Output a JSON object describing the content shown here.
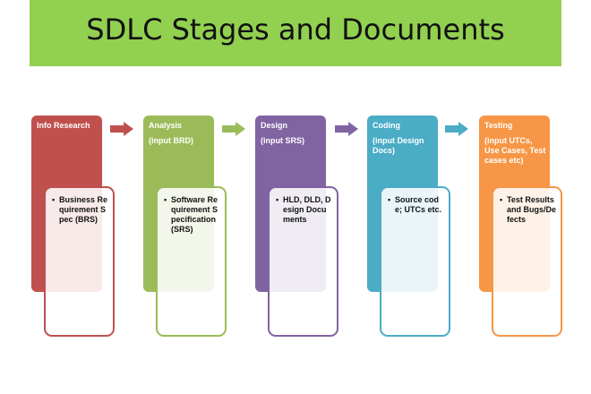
{
  "title": "SDLC Stages and Documents",
  "stages": [
    {
      "name": "Info Research",
      "input": "",
      "doc": "Business Requirement Spec (BRS)",
      "color": "#c0504d"
    },
    {
      "name": "Analysis",
      "input": "(input BRD)",
      "doc": "Software Requirement Specification (SRS)",
      "color": "#9bbb59"
    },
    {
      "name": "Design",
      "input": "(input SRS)",
      "doc": "HLD, DLD, Design Documents",
      "color": "#8064a2"
    },
    {
      "name": "Coding",
      "input": "(input Design Docs)",
      "doc": "Source code; UTCs etc.",
      "color": "#4bacc6"
    },
    {
      "name": "Testing",
      "input": "(input UTCs, Use Cases, Test cases etc)",
      "doc": "Test Results and Bugs/Defects",
      "color": "#f79646"
    }
  ],
  "bullet": "•"
}
